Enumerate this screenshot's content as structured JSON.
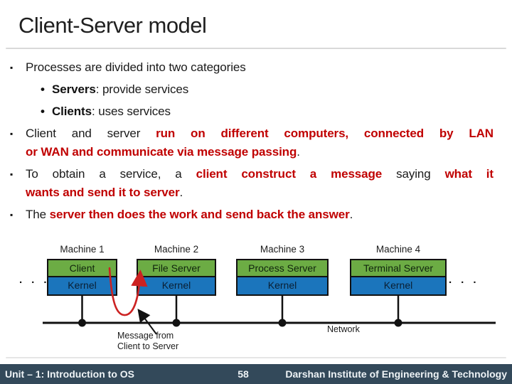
{
  "slide": {
    "title": "Client-Server model"
  },
  "bullets": [
    {
      "marker": "▪",
      "lines": [
        {
          "segments": [
            {
              "text": "Processes are divided into two categories"
            }
          ]
        }
      ]
    },
    {
      "marker": "•",
      "lines": [
        {
          "segments": [
            {
              "text": "Servers"
            },
            {
              "text": ": provide services"
            }
          ]
        }
      ]
    },
    {
      "marker": "•",
      "lines": [
        {
          "segments": [
            {
              "text": "Clients"
            },
            {
              "text": ": uses services"
            }
          ]
        }
      ]
    },
    {
      "marker": "▪",
      "lines": [
        {
          "segments": [
            {
              "text": "Client and server "
            },
            {
              "text": "run on different computers, connected by LAN"
            }
          ]
        },
        {
          "segments": [
            {
              "text": "or WAN and communicate via message passing"
            },
            {
              "text": "."
            }
          ]
        }
      ]
    },
    {
      "marker": "▪",
      "lines": [
        {
          "segments": [
            {
              "text": "To obtain a service, a "
            },
            {
              "text": "client construct a message"
            },
            {
              "text": " saying "
            },
            {
              "text": "what it"
            }
          ]
        },
        {
          "segments": [
            {
              "text": "wants and send it to server"
            },
            {
              "text": "."
            }
          ]
        }
      ]
    },
    {
      "marker": "▪",
      "lines": [
        {
          "segments": [
            {
              "text": "The "
            },
            {
              "text": "server then does the work and send back the answer"
            },
            {
              "text": "."
            }
          ]
        }
      ]
    }
  ],
  "diagram": {
    "machines": [
      {
        "name": "Machine 1",
        "service": "Client",
        "kernel": "Kernel"
      },
      {
        "name": "Machine 2",
        "service": "File Server",
        "kernel": "Kernel"
      },
      {
        "name": "Machine 3",
        "service": "Process Server",
        "kernel": "Kernel"
      },
      {
        "name": "Machine 4",
        "service": "Terminal Server",
        "kernel": "Kernel"
      }
    ],
    "ellipsis_left": "· · ·",
    "ellipsis_right": "· · ·",
    "network_label": "Network",
    "message_label_line1": "Message from",
    "message_label_line2": "Client to Server"
  },
  "footer": {
    "left": "Unit – 1: Introduction to OS",
    "page": "58",
    "right": "Darshan Institute of Engineering & Technology"
  },
  "colors": {
    "accent_red_text": "#c00000",
    "service_box_green": "#6cac44",
    "kernel_box_blue": "#1b75bc",
    "message_curve_red": "#cc2222",
    "footer_background": "#33495a"
  }
}
